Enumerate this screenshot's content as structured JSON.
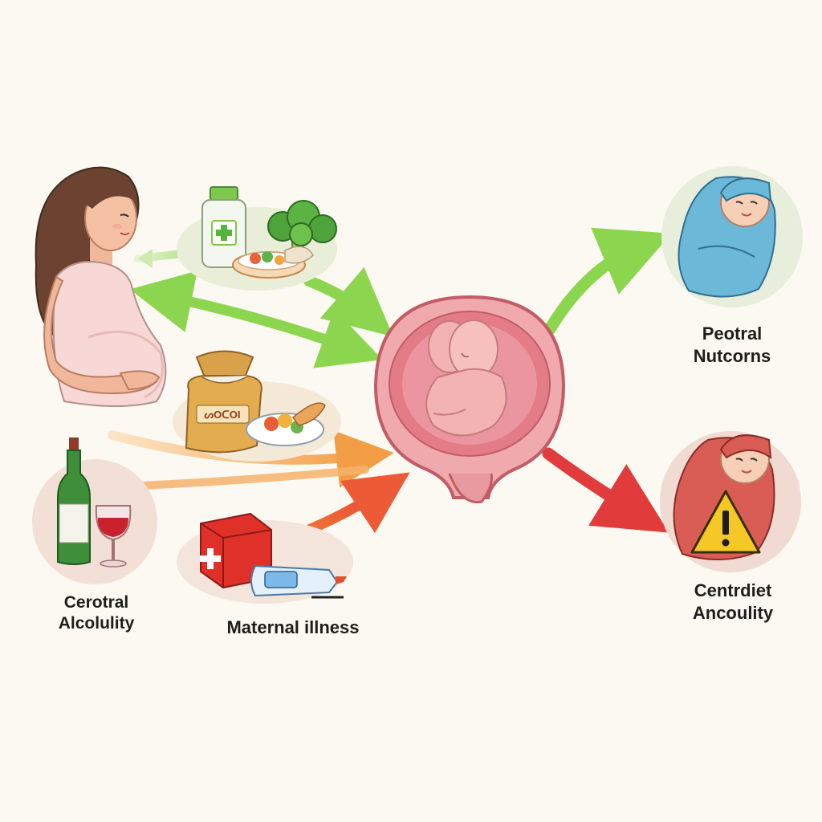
{
  "labels": {
    "positive_outcome": {
      "line1": "Peotral",
      "line2": "Nutcorns"
    },
    "negative_outcome": {
      "line1": "Centrdiet",
      "line2": "Ancoulity"
    },
    "alcohol": {
      "line1": "Cerotral",
      "line2": "Alcolulity"
    },
    "illness": "Maternal illness"
  },
  "food_bag_text": "ᔕOᑕOI",
  "colors": {
    "background": "#fbf9f1",
    "positive_arrow": "#8cd64f",
    "negative_arrow": "#e23b3b",
    "risk_arrow": "#f39a3d",
    "womb": "#e98f96",
    "fetus": "#f3b3b2",
    "baby_blanket_healthy": "#6cb8d8",
    "baby_blanket_risk": "#d95d55",
    "warning": "#f6c825"
  },
  "icons": [
    "pregnant-woman",
    "medicine-bottle-icon",
    "broccoli-icon",
    "food-plate-icon",
    "food-sack-icon",
    "wine-bottle-icon",
    "wine-glass-icon",
    "first-aid-kit-icon",
    "syringe-icon",
    "womb-fetus",
    "healthy-baby",
    "at-risk-baby",
    "warning-icon"
  ]
}
